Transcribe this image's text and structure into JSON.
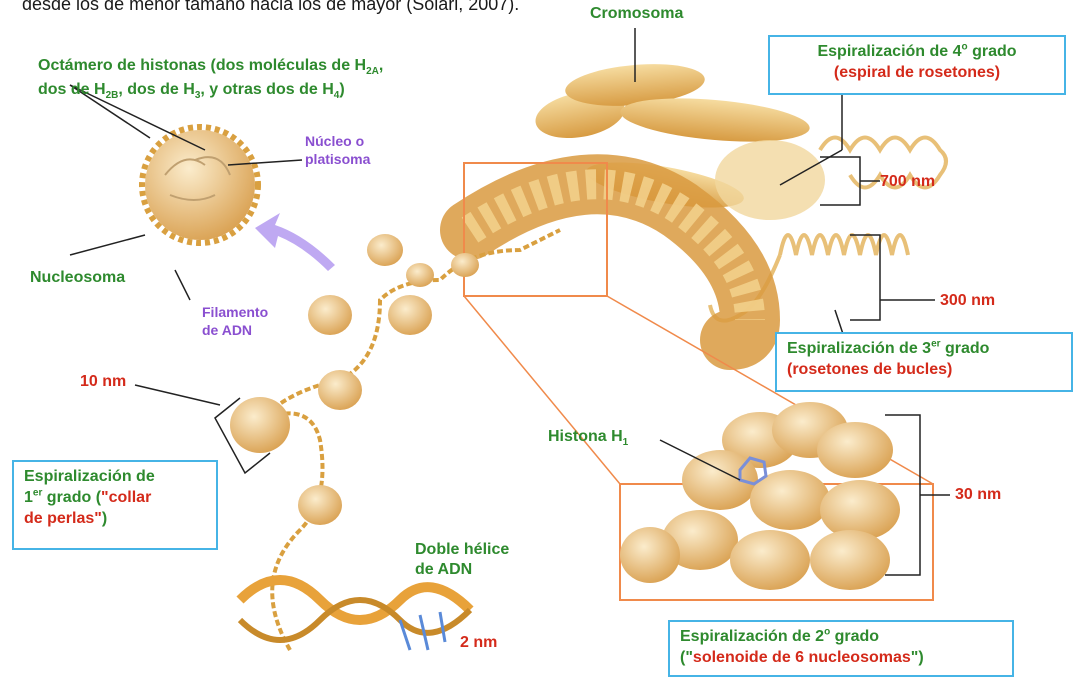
{
  "caption": "desde los de menor tamaño hacia los de mayor (Solari, 2007).",
  "labels": {
    "cromosoma": "Cromosoma",
    "octamero_a": "Octámero de histonas (dos moléculas de H",
    "octamero_a_sub": "2A",
    "octamero_a_end": ",",
    "octamero_b1": "dos de H",
    "octamero_b1_sub": "2B",
    "octamero_b2": ", dos de H",
    "octamero_b2_sub": "3",
    "octamero_b3": ", y otras dos de H",
    "octamero_b3_sub": "4",
    "octamero_b4": ")",
    "nucleo_1": "Núcleo o",
    "nucleo_2": "platisoma",
    "nucleosoma": "Nucleosoma",
    "filamento_1": "Filamento",
    "filamento_2": "de ADN",
    "ten_nm": "10 nm",
    "doble_1": "Doble hélice",
    "doble_2": "de ADN",
    "two_nm": "2 nm",
    "histona": "Histona H",
    "histona_sub": "1",
    "thirty_nm": "30 nm",
    "three_hundred_nm": "300 nm",
    "seven_hundred_nm": "700 nm"
  },
  "boxes": {
    "grado4_a": "Espiralización de 4",
    "grado4_sup": "o",
    "grado4_b": " grado",
    "grado4_c": "(espiral de rosetones)",
    "grado3_a": "Espiralización de 3",
    "grado3_sup": "er",
    "grado3_b": " grado",
    "grado3_c": "(rosetones de bucles)",
    "grado2_a": "Espiralización de 2",
    "grado2_sup": "o",
    "grado2_b": " grado",
    "grado2_c1": "(\"",
    "grado2_c2": "solenoide de 6 nucleosomas",
    "grado2_c3": "\")",
    "grado1_a": "Espiralización de",
    "grado1_b1": "1",
    "grado1_sup": "er",
    "grado1_b2": " grado (",
    "grado1_b3": "\"collar",
    "grado1_c1": "de perlas\"",
    "grado1_c2": ")"
  },
  "colors": {
    "green": "#2e8a2e",
    "red": "#d42a1a",
    "purple": "#8a4fd0",
    "box_border": "#46b4e6",
    "chromatin": "#e8b560",
    "frame": "#f08a4b"
  }
}
